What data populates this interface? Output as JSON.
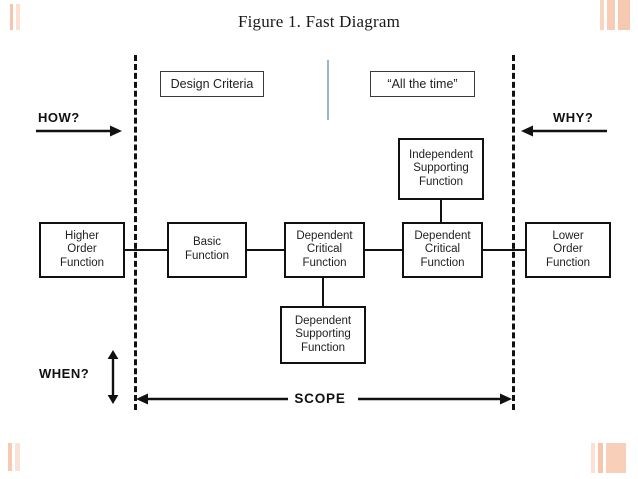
{
  "figure": {
    "title": "Figure 1.  Fast Diagram"
  },
  "headers": {
    "left_box": "Design Criteria",
    "right_box": "“All the time”"
  },
  "direction_labels": {
    "how": "HOW?",
    "why": "WHY?",
    "when": "WHEN?"
  },
  "scope": {
    "label": "SCOPE"
  },
  "nodes": {
    "higher_order": "Higher\nOrder\nFunction",
    "basic": "Basic\nFunction",
    "dependent_critical_1": "Dependent\nCritical\nFunction",
    "dependent_critical_2": "Dependent\nCritical\nFunction",
    "lower_order": "Lower\nOrder\nFunction",
    "independent_supporting": "Independent\nSupporting\nFunction",
    "dependent_supporting": "Dependent\nSupporting\nFunction"
  },
  "colors": {
    "line": "#111111",
    "box_border": "#111111",
    "header_border": "#3a3a3a",
    "divider": "#9db3c6",
    "corner_bar": "#f6c5ad",
    "corner_bar_light": "#fbe0d3",
    "background": "#ffffff",
    "text": "#1f1f1f"
  }
}
